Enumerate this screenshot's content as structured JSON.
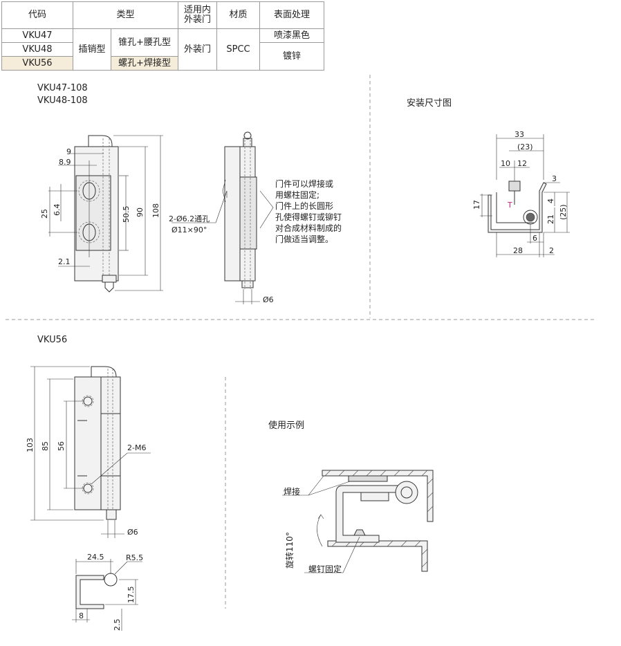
{
  "table": {
    "headers": [
      "代码",
      "类型",
      "适用内\n外装门",
      "材质",
      "表面处理"
    ],
    "codes": [
      "VKU47",
      "VKU48",
      "VKU56"
    ],
    "type_main": "插销型",
    "type_sub_1": "锥孔+腰孔型",
    "type_sub_2": "螺孔+焊接型",
    "door": "外装门",
    "material": "SPCC",
    "finish_1": "喷漆黑色",
    "finish_2": "镀锌"
  },
  "sections": {
    "model_a_1": "VKU47-108",
    "model_a_2": "VKU48-108",
    "install_title": "安装尺寸图",
    "model_b": "VKU56",
    "usage_title": "使用示例"
  },
  "note_a": "门件可以焊接或\n用螺柱固定;\n门件上的长圆形\n孔使得螺钉或铆钉\n对合成材料制成的\n门做适当调整。",
  "dims_a": {
    "d9": "9",
    "d8_9": "8.9",
    "d25": "25",
    "d6_4": "6.4",
    "d2_1": "2.1",
    "d50_5": "50.5",
    "d90": "90",
    "d108": "108",
    "holes_1": "2-Ø6.2通孔",
    "holes_2": "Ø11×90°",
    "pin": "Ø6"
  },
  "dims_install": {
    "d33": "33",
    "d23": "(23)",
    "d10": "10",
    "d12": "12",
    "d3": "3",
    "d17": "17",
    "T": "T",
    "d4": "4",
    "d21": "21",
    "d25": "(25)",
    "d6": "6",
    "d28": "28",
    "d2": "2"
  },
  "dims_b": {
    "d103": "103",
    "d85": "85",
    "d56": "56",
    "m6": "2-M6",
    "pin": "Ø6",
    "d24_5": "24.5",
    "r5_5": "R5.5",
    "d17_5": "17.5",
    "d8": "8",
    "d2_5": "2.5"
  },
  "usage": {
    "weld": "焊接",
    "rotate": "旋转110°",
    "screw_fix": "螺钉固定"
  }
}
